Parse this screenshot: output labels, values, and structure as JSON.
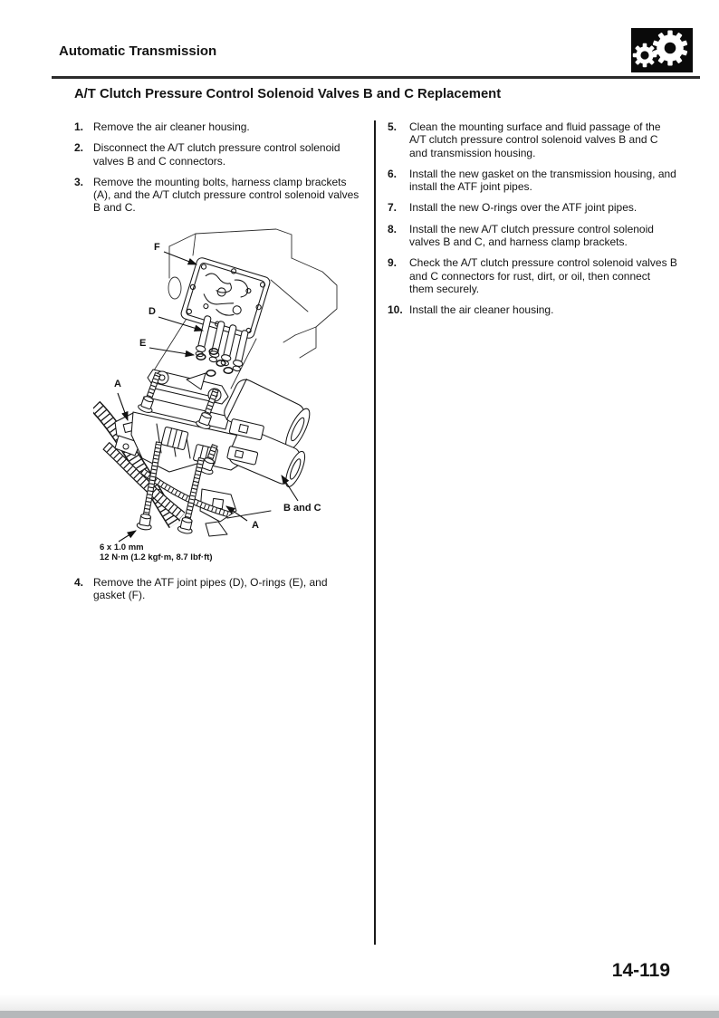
{
  "page": {
    "header": "Automatic Transmission",
    "title": "A/T Clutch Pressure Control Solenoid Valves B and C Replacement",
    "page_number": "14-119"
  },
  "icon": {
    "name": "gears-icon"
  },
  "steps_left": [
    {
      "num": "1.",
      "text": "Remove the air cleaner housing."
    },
    {
      "num": "2.",
      "text": "Disconnect the A/T clutch pressure control solenoid valves B and C connectors."
    },
    {
      "num": "3.",
      "text": "Remove the mounting bolts, harness clamp brackets (A), and the A/T clutch pressure control solenoid valves B and C."
    },
    {
      "num": "4.",
      "text": "Remove the ATF joint pipes (D), O-rings (E), and gasket (F)."
    }
  ],
  "steps_right": [
    {
      "num": "5.",
      "text": "Clean the mounting surface and fluid passage of the A/T clutch pressure control solenoid valves B and C and transmission housing."
    },
    {
      "num": "6.",
      "text": "Install the new gasket on the transmission housing, and install the ATF joint pipes."
    },
    {
      "num": "7.",
      "text": "Install the new O-rings over the ATF joint pipes."
    },
    {
      "num": "8.",
      "text": "Install the new A/T clutch pressure control solenoid valves B and C, and harness clamp brackets."
    },
    {
      "num": "9.",
      "text": "Check the A/T clutch pressure control solenoid valves B and C connectors for rust, dirt, or oil, then connect them securely."
    },
    {
      "num": "10.",
      "text": "Install the air cleaner housing."
    }
  ],
  "diagram": {
    "label_gasket": "F",
    "label_pipes": "D",
    "label_orings": "E",
    "label_clamp_left": "A",
    "label_solenoids": "B and C",
    "label_bolt_right": "A",
    "bolt_size": "6 x 1.0 mm",
    "bolt_torque": "12 N·m (1.2 kgf·m, 8.7 lbf·ft)"
  }
}
